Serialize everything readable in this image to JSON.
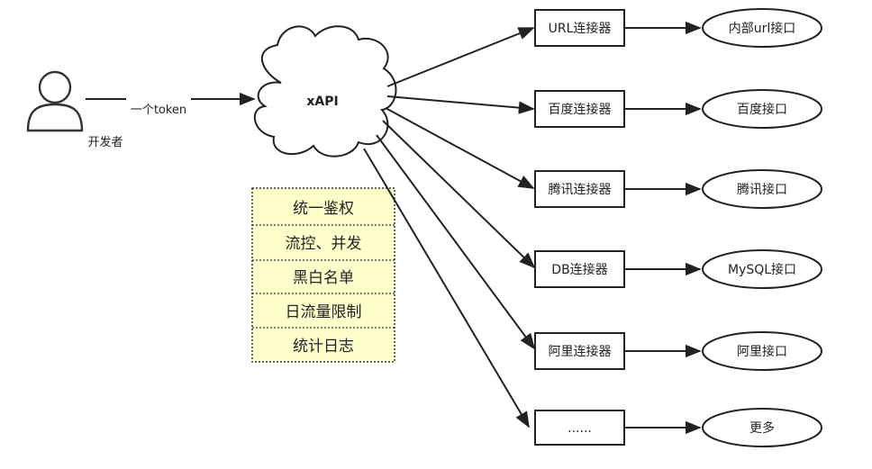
{
  "actor": {
    "label": "开发者",
    "icon": "user-icon"
  },
  "token_edge": {
    "label": "一个token"
  },
  "hub": {
    "label": "xAPI",
    "shape": "cloud-icon"
  },
  "features": {
    "color": "#ffffcc",
    "items": [
      "统一鉴权",
      "流控、并发",
      "黑白名单",
      "日流量限制",
      "统计日志"
    ]
  },
  "connectors": [
    {
      "label": "URL连接器",
      "target": "内部url接口"
    },
    {
      "label": "百度连接器",
      "target": "百度接口"
    },
    {
      "label": "腾讯连接器",
      "target": "腾讯接口"
    },
    {
      "label": "DB连接器",
      "target": "MySQL接口"
    },
    {
      "label": "阿里连接器",
      "target": "阿里接口"
    },
    {
      "label": "......",
      "target": "更多"
    }
  ]
}
